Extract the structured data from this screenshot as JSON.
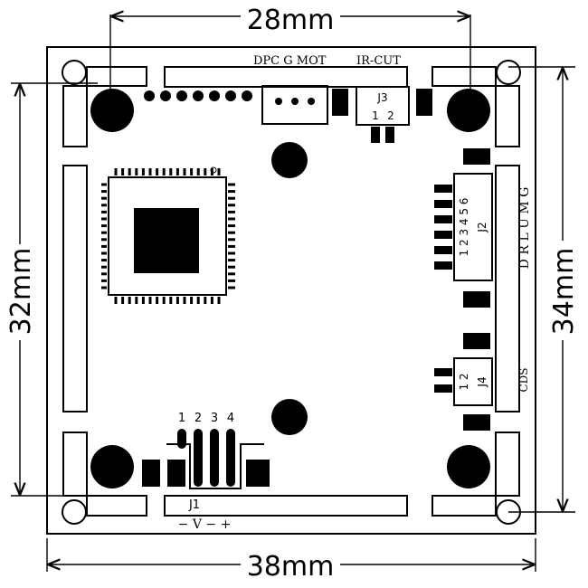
{
  "dimensions": {
    "top": "28mm",
    "bottom": "38mm",
    "left": "32mm",
    "right": "34mm"
  },
  "labels": {
    "top_header_left": "DPC  G  MOT",
    "top_header_right": "IR-CUT",
    "j3": "J3",
    "j3_pin1": "1",
    "j3_pin2": "2",
    "j2": "J2",
    "j2_pins": "1  2  3  4  5  6",
    "drlumg": "D R L U M G",
    "cds": "CDS",
    "j4": "J4",
    "j4_pins": "1  2",
    "j1": "J1",
    "j1_pin1": "1",
    "j1_pin2": "2",
    "j1_pin3": "3",
    "j1_pin4": "4",
    "j1_bottom": "−  V  −  +"
  }
}
